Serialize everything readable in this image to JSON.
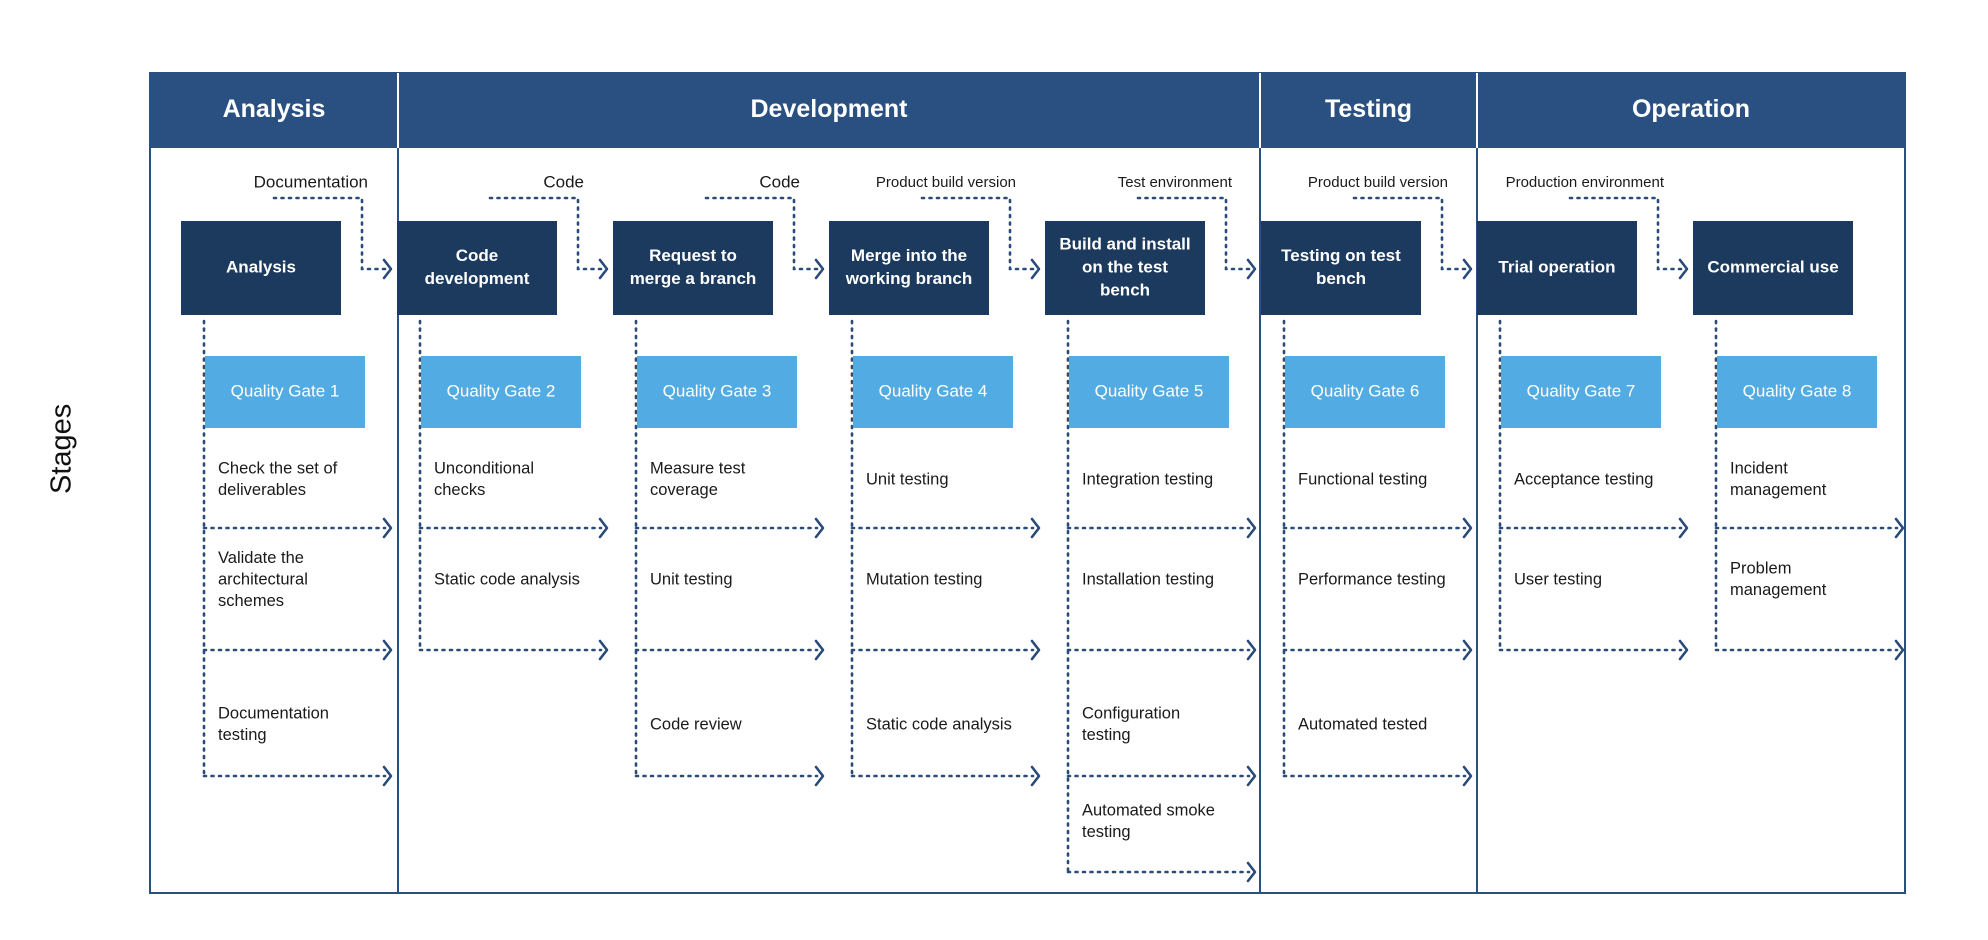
{
  "side_label": "Stages",
  "colors": {
    "header": "#2a5082",
    "step_box": "#1c3a5e",
    "gate": "#52ace3",
    "border": "#2a5082",
    "dots": "#2a4a78",
    "text": "#1a1a1a"
  },
  "stages": [
    {
      "id": "analysis",
      "label": "Analysis"
    },
    {
      "id": "development",
      "label": "Development"
    },
    {
      "id": "testing",
      "label": "Testing"
    },
    {
      "id": "operation",
      "label": "Operation"
    }
  ],
  "steps": [
    {
      "title": "Analysis",
      "artifact": "Documentation",
      "gate": "Quality Gate 1",
      "checks": [
        "Check the set of deliverables",
        "Validate the architectural schemes",
        "Documentation testing"
      ]
    },
    {
      "title": "Code development",
      "artifact": "Code",
      "gate": "Quality Gate 2",
      "checks": [
        "Unconditional checks",
        "Static code analysis"
      ]
    },
    {
      "title": "Request to merge a branch",
      "artifact": "Code",
      "gate": "Quality Gate 3",
      "checks": [
        "Measure test coverage",
        "Unit testing",
        "Code review"
      ]
    },
    {
      "title": "Merge into the working branch",
      "artifact": "Product build version",
      "gate": "Quality Gate 4",
      "checks": [
        "Unit testing",
        "Mutation testing",
        "Static code analysis"
      ]
    },
    {
      "title": "Build and install on the test bench",
      "artifact": "Test environment",
      "gate": "Quality Gate 5",
      "checks": [
        "Integration testing",
        "Installation testing",
        "Configuration testing",
        "Automated smoke testing"
      ]
    },
    {
      "title": "Testing on test bench",
      "artifact": "Product build version",
      "gate": "Quality Gate 6",
      "checks": [
        "Functional testing",
        "Performance testing",
        "Automated tested"
      ]
    },
    {
      "title": "Trial operation",
      "artifact": "Production environment",
      "gate": "Quality Gate 7",
      "checks": [
        "Acceptance testing",
        "User testing"
      ]
    },
    {
      "title": "Commercial use",
      "artifact": "",
      "gate": "Quality Gate 8",
      "checks": [
        "Incident management",
        "Problem management"
      ]
    }
  ]
}
